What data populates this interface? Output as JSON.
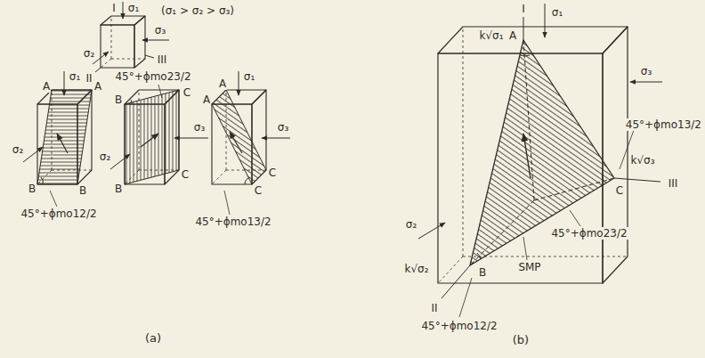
{
  "diagram": {
    "labels": [
      "I",
      "σ₁",
      "(σ₁ > σ₂ > σ₃)",
      "σ₃",
      "σ₂",
      "II",
      "III",
      "σ₁",
      "A",
      "A",
      "σ₂",
      "B",
      "B",
      "45°+ϕmo12/2",
      "45°+ϕmo23/2",
      "B",
      "C",
      "σ₃",
      "σ₂",
      "C",
      "B",
      "A",
      "σ₁",
      "A",
      "σ₃",
      "C",
      "C",
      "45°+ϕmo13/2",
      "(a)",
      "I",
      "σ₁",
      "k√σ₁",
      "A",
      "σ₃",
      "45°+ϕmo13/2",
      "k√σ₃",
      "III",
      "C",
      "45°+ϕmo23/2",
      "σ₂",
      "k√σ₂",
      "B",
      "II",
      "SMP",
      "45°+ϕmo12/2",
      "(b)"
    ]
  }
}
